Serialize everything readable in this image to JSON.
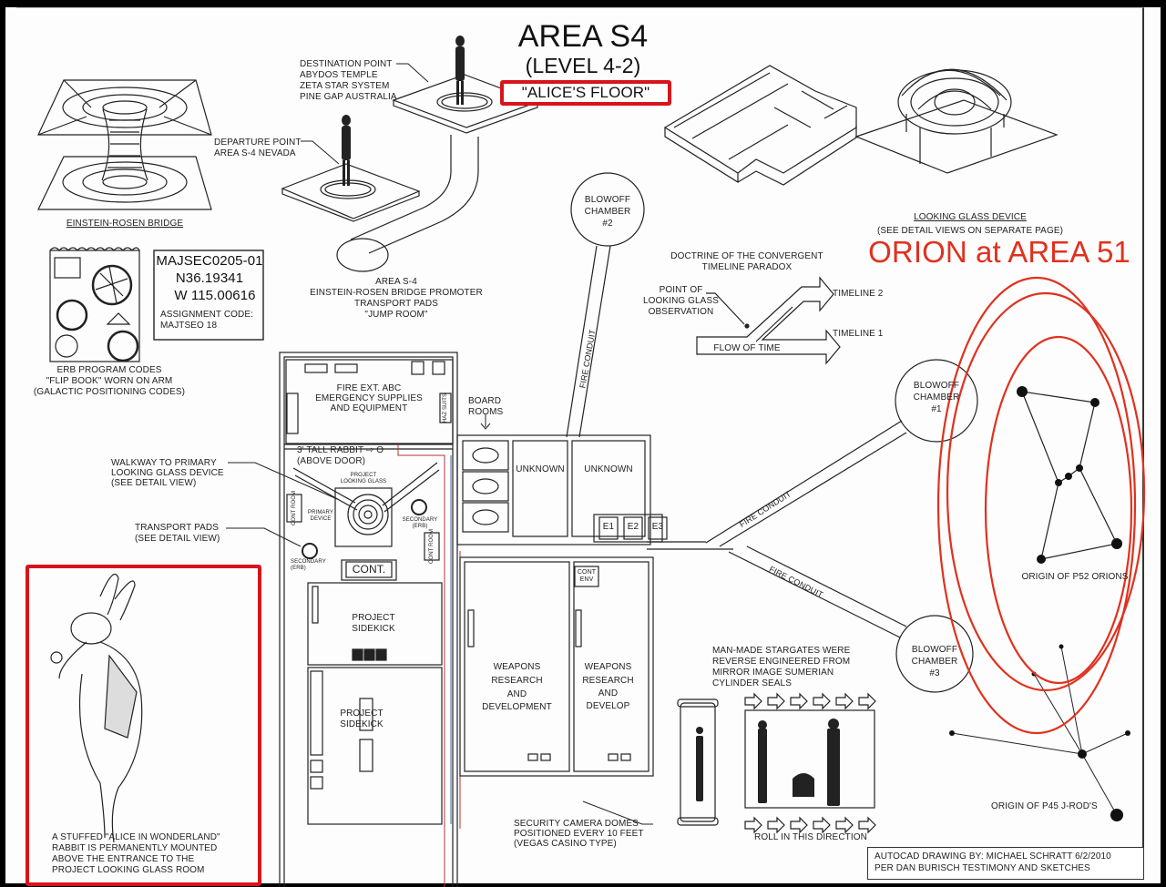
{
  "header": {
    "title": "AREA S4",
    "level": "(LEVEL 4-2)",
    "nickname": "\"ALICE'S FLOOR\""
  },
  "annotation": {
    "orion_label": "ORION at AREA 51",
    "accent_color": "#e0311f",
    "highlight_box_color": "#d8141b"
  },
  "einstein_rosen": {
    "caption": "EINSTEIN-ROSEN BRIDGE"
  },
  "jump_room": {
    "destination": [
      "DESTINATION POINT",
      "ABYDOS TEMPLE",
      "ZETA STAR SYSTEM",
      "PINE GAP AUSTRALIA"
    ],
    "departure": [
      "DEPARTURE POINT",
      "AREA S-4 NEVADA"
    ],
    "caption": [
      "AREA S-4",
      "EINSTEIN-ROSEN BRIDGE PROMOTER",
      "TRANSPORT PADS",
      "\"JUMP ROOM\""
    ]
  },
  "flip_book": {
    "caption": [
      "ERB PROGRAM CODES",
      "\"FLIP BOOK\" WORN ON ARM",
      "(GALACTIC POSITIONING CODES)"
    ]
  },
  "coords_card": {
    "code": "MAJSEC0205-01",
    "lat": "N36.19341",
    "lon": "W 115.00616",
    "assignment_label": "ASSIGNMENT CODE:",
    "assignment_value": "MAJTSEO 18"
  },
  "looking_glass": {
    "caption": "LOOKING GLASS DEVICE",
    "note": "(SEE DETAIL VIEWS ON SEPARATE PAGE)"
  },
  "timeline": {
    "title": [
      "DOCTRINE OF THE CONVERGENT",
      "TIMELINE PARADOX"
    ],
    "point": [
      "POINT OF",
      "LOOKING GLASS",
      "OBSERVATION"
    ],
    "timeline2": "TIMELINE 2",
    "timeline1": "TIMELINE 1",
    "flow": "FLOW OF TIME"
  },
  "blowoff": {
    "c1": [
      "BLOWOFF",
      "CHAMBER",
      "#1"
    ],
    "c2": [
      "BLOWOFF",
      "CHAMBER",
      "#2"
    ],
    "c3": [
      "BLOWOFF",
      "CHAMBER",
      "#3"
    ]
  },
  "conduits": {
    "label": "FIRE CONDUIT"
  },
  "floorplan": {
    "supplies": [
      "FIRE EXT. ABC",
      "EMERGENCY SUPPLIES",
      "AND EQUIPMENT"
    ],
    "haz_suits": "HAZ SUITS",
    "board_rooms": [
      "BOARD",
      "ROOMS"
    ],
    "rabbit": [
      "3' TALL RABBIT ⇨ O",
      "(ABOVE DOOR)"
    ],
    "project_lg": [
      "PROJECT",
      "LOOKING GLASS"
    ],
    "primary": [
      "PRIMARY",
      "DEVICE"
    ],
    "secondary": [
      "SECONDARY",
      "(ERB)"
    ],
    "cont_room": "CONT ROOM",
    "cont": "CONT.",
    "unknown": "UNKNOWN",
    "e_rooms": [
      "E1",
      "E2",
      "E3"
    ],
    "cont_env": [
      "CONT",
      "ENV"
    ],
    "sidekick": [
      "PROJECT",
      "SIDEKICK"
    ],
    "weapons1": [
      "WEAPONS",
      "RESEARCH",
      "AND",
      "DEVELOPMENT"
    ],
    "weapons2": [
      "WEAPONS",
      "RESEARCH",
      "AND",
      "DEVELOP"
    ]
  },
  "callouts": {
    "walkway": [
      "WALKWAY TO PRIMARY",
      "LOOKING GLASS DEVICE",
      "(SEE DETAIL VIEW)"
    ],
    "pads": [
      "TRANSPORT PADS",
      "(SEE DETAIL VIEW)"
    ],
    "cameras": [
      "SECURITY CAMERA DOMES",
      "POSITIONED EVERY 10 FEET",
      "(VEGAS CASINO TYPE)"
    ]
  },
  "rabbit_box": {
    "caption": [
      "A STUFFED \"ALICE IN WONDERLAND\"",
      "RABBIT IS PERMANENTLY MOUNTED",
      "ABOVE THE ENTRANCE TO THE",
      "PROJECT LOOKING GLASS ROOM"
    ]
  },
  "stargates": {
    "caption": [
      "MAN-MADE STARGATES WERE",
      "REVERSE ENGINEERED FROM",
      "MIRROR IMAGE SUMERIAN",
      "CYLINDER SEALS"
    ],
    "roll": "ROLL IN THIS DIRECTION"
  },
  "constellations": {
    "orion": "ORIGIN OF P52 ORIONS",
    "jrod": "ORIGIN OF P45 J-ROD'S"
  },
  "credits": {
    "line1": "AUTOCAD DRAWING BY: MICHAEL SCHRATT 6/2/2010",
    "line2": "PER DAN BURISCH TESTIMONY AND SKETCHES"
  }
}
